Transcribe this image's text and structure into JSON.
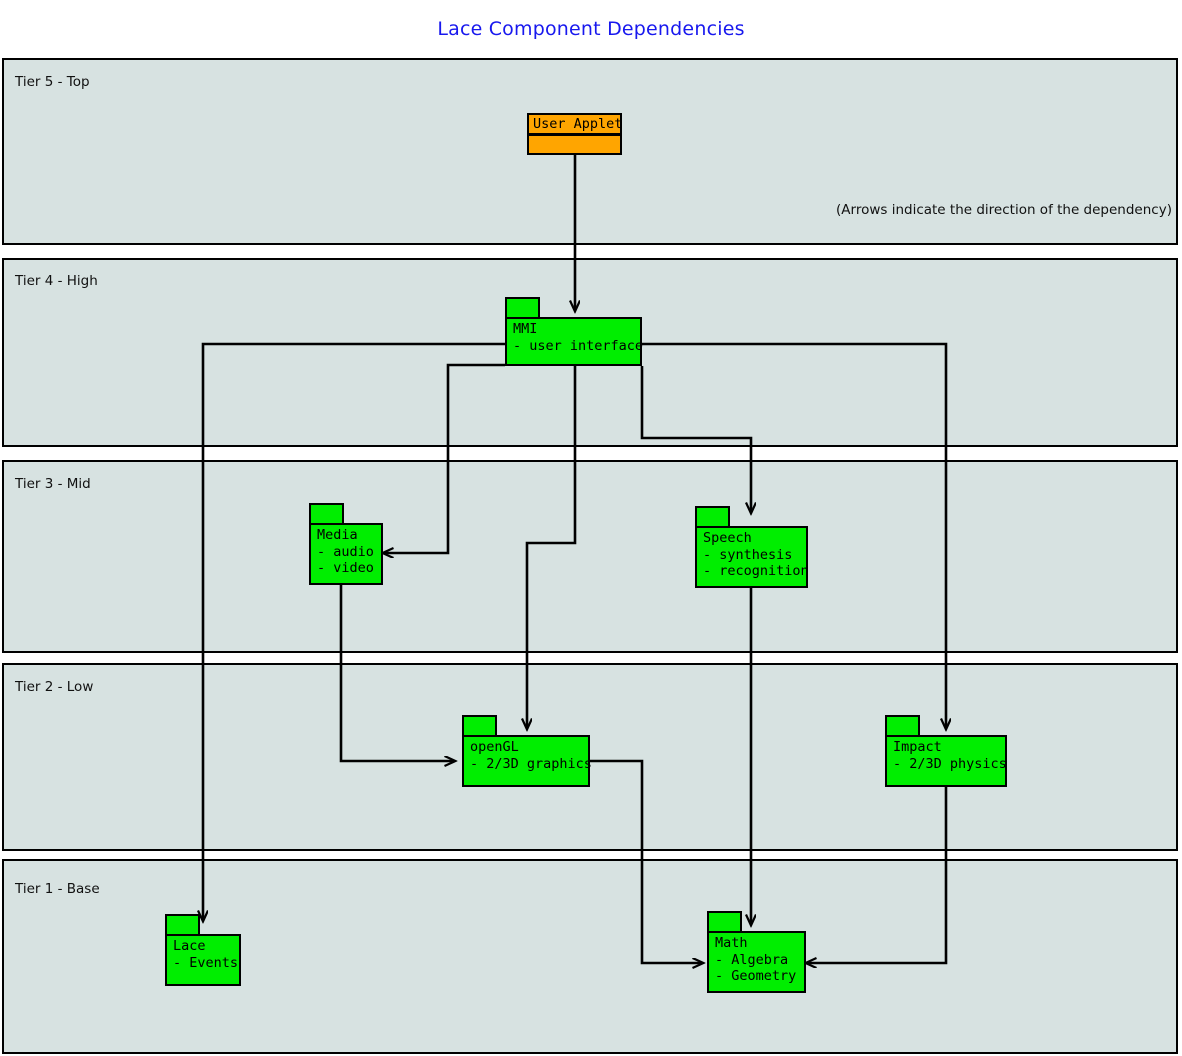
{
  "diagram": {
    "title": "Lace Component Dependencies",
    "note": "(Arrows indicate the direction of the dependency)",
    "colors": {
      "title": "#1818ee",
      "tier_fill": "#d7e2e1",
      "component_fill": "#00ee00",
      "applet_fill": "#ffa500",
      "stroke": "#000000"
    }
  },
  "tiers": [
    {
      "label": "Tier 5 - Top"
    },
    {
      "label": "Tier 4 - High"
    },
    {
      "label": "Tier 3 - Mid"
    },
    {
      "label": "Tier 2 - Low"
    },
    {
      "label": "Tier 1 - Base"
    }
  ],
  "components": [
    {
      "name": "User Applet",
      "lines": "User Applet",
      "tier": "Tier 5 - Top",
      "fill": "#ffa500"
    },
    {
      "name": "MMI",
      "lines": "MMI\n- user interface",
      "tier": "Tier 4 - High",
      "fill": "#00ee00"
    },
    {
      "name": "Media",
      "lines": "Media\n- audio\n- video",
      "tier": "Tier 3 - Mid",
      "fill": "#00ee00"
    },
    {
      "name": "Speech",
      "lines": "Speech\n- synthesis\n- recognition",
      "tier": "Tier 3 - Mid",
      "fill": "#00ee00"
    },
    {
      "name": "openGL",
      "lines": "openGL\n- 2/3D graphics",
      "tier": "Tier 2 - Low",
      "fill": "#00ee00"
    },
    {
      "name": "Impact",
      "lines": "Impact\n- 2/3D physics",
      "tier": "Tier 2 - Low",
      "fill": "#00ee00"
    },
    {
      "name": "Lace",
      "lines": "Lace\n- Events",
      "tier": "Tier 1 - Base",
      "fill": "#00ee00"
    },
    {
      "name": "Math",
      "lines": "Math\n- Algebra\n- Geometry",
      "tier": "Tier 1 - Base",
      "fill": "#00ee00"
    }
  ],
  "dependencies": [
    {
      "from": "User Applet",
      "to": "MMI"
    },
    {
      "from": "MMI",
      "to": "Lace"
    },
    {
      "from": "MMI",
      "to": "Media"
    },
    {
      "from": "MMI",
      "to": "openGL"
    },
    {
      "from": "MMI",
      "to": "Speech"
    },
    {
      "from": "MMI",
      "to": "Impact"
    },
    {
      "from": "Media",
      "to": "openGL"
    },
    {
      "from": "Speech",
      "to": "Math"
    },
    {
      "from": "openGL",
      "to": "Math"
    },
    {
      "from": "Impact",
      "to": "Math"
    }
  ]
}
